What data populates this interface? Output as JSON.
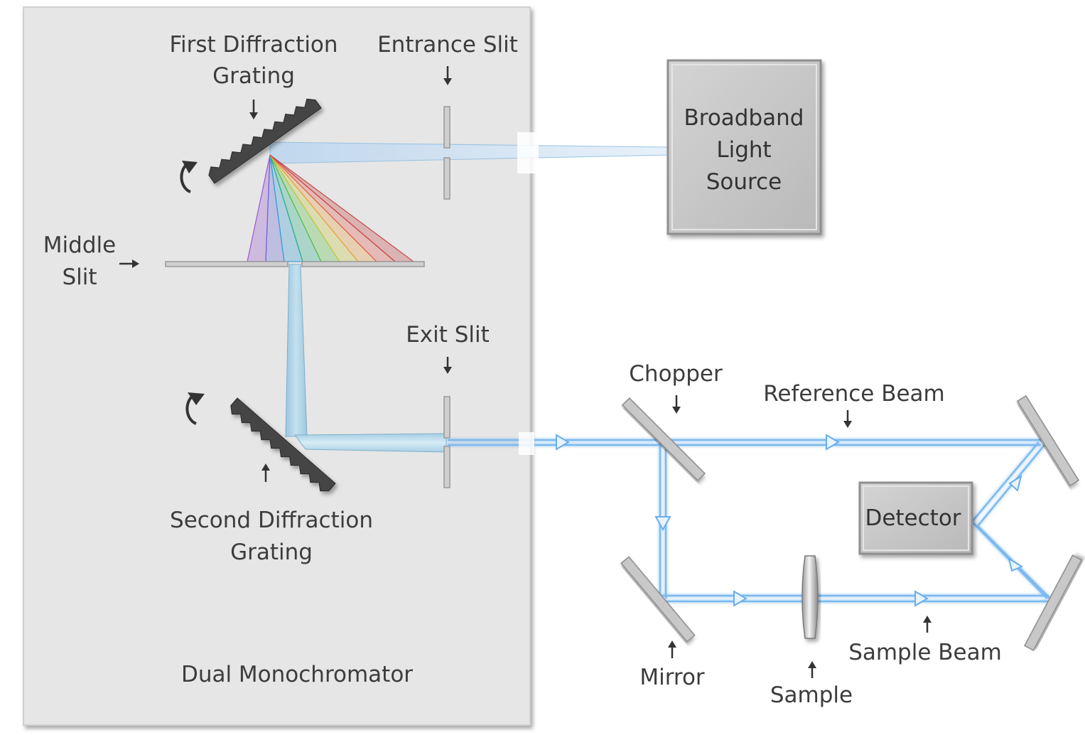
{
  "labels": {
    "first_grating_line1": "First Diffraction",
    "first_grating_line2": "Grating",
    "entrance_slit": "Entrance Slit",
    "middle_slit_line1": "Middle",
    "middle_slit_line2": "Slit",
    "exit_slit": "Exit Slit",
    "second_grating_line1": "Second Diffraction",
    "second_grating_line2": "Grating",
    "dual_monochromator": "Dual Monochromator",
    "light_source_line1": "Broadband",
    "light_source_line2": "Light",
    "light_source_line3": "Source",
    "chopper": "Chopper",
    "reference_beam": "Reference Beam",
    "detector": "Detector",
    "mirror": "Mirror",
    "sample": "Sample",
    "sample_beam": "Sample Beam"
  },
  "colors": {
    "panel": "#e6e6e6",
    "box": "#c6c6c6",
    "beam": "#6fb4ee",
    "grating": "#444444",
    "spectrum": [
      "#9b59d0",
      "#6a6ad8",
      "#3aa0d8",
      "#2ab08a",
      "#5cc04a",
      "#c8c840",
      "#e8a040",
      "#e06050",
      "#c84848"
    ]
  }
}
